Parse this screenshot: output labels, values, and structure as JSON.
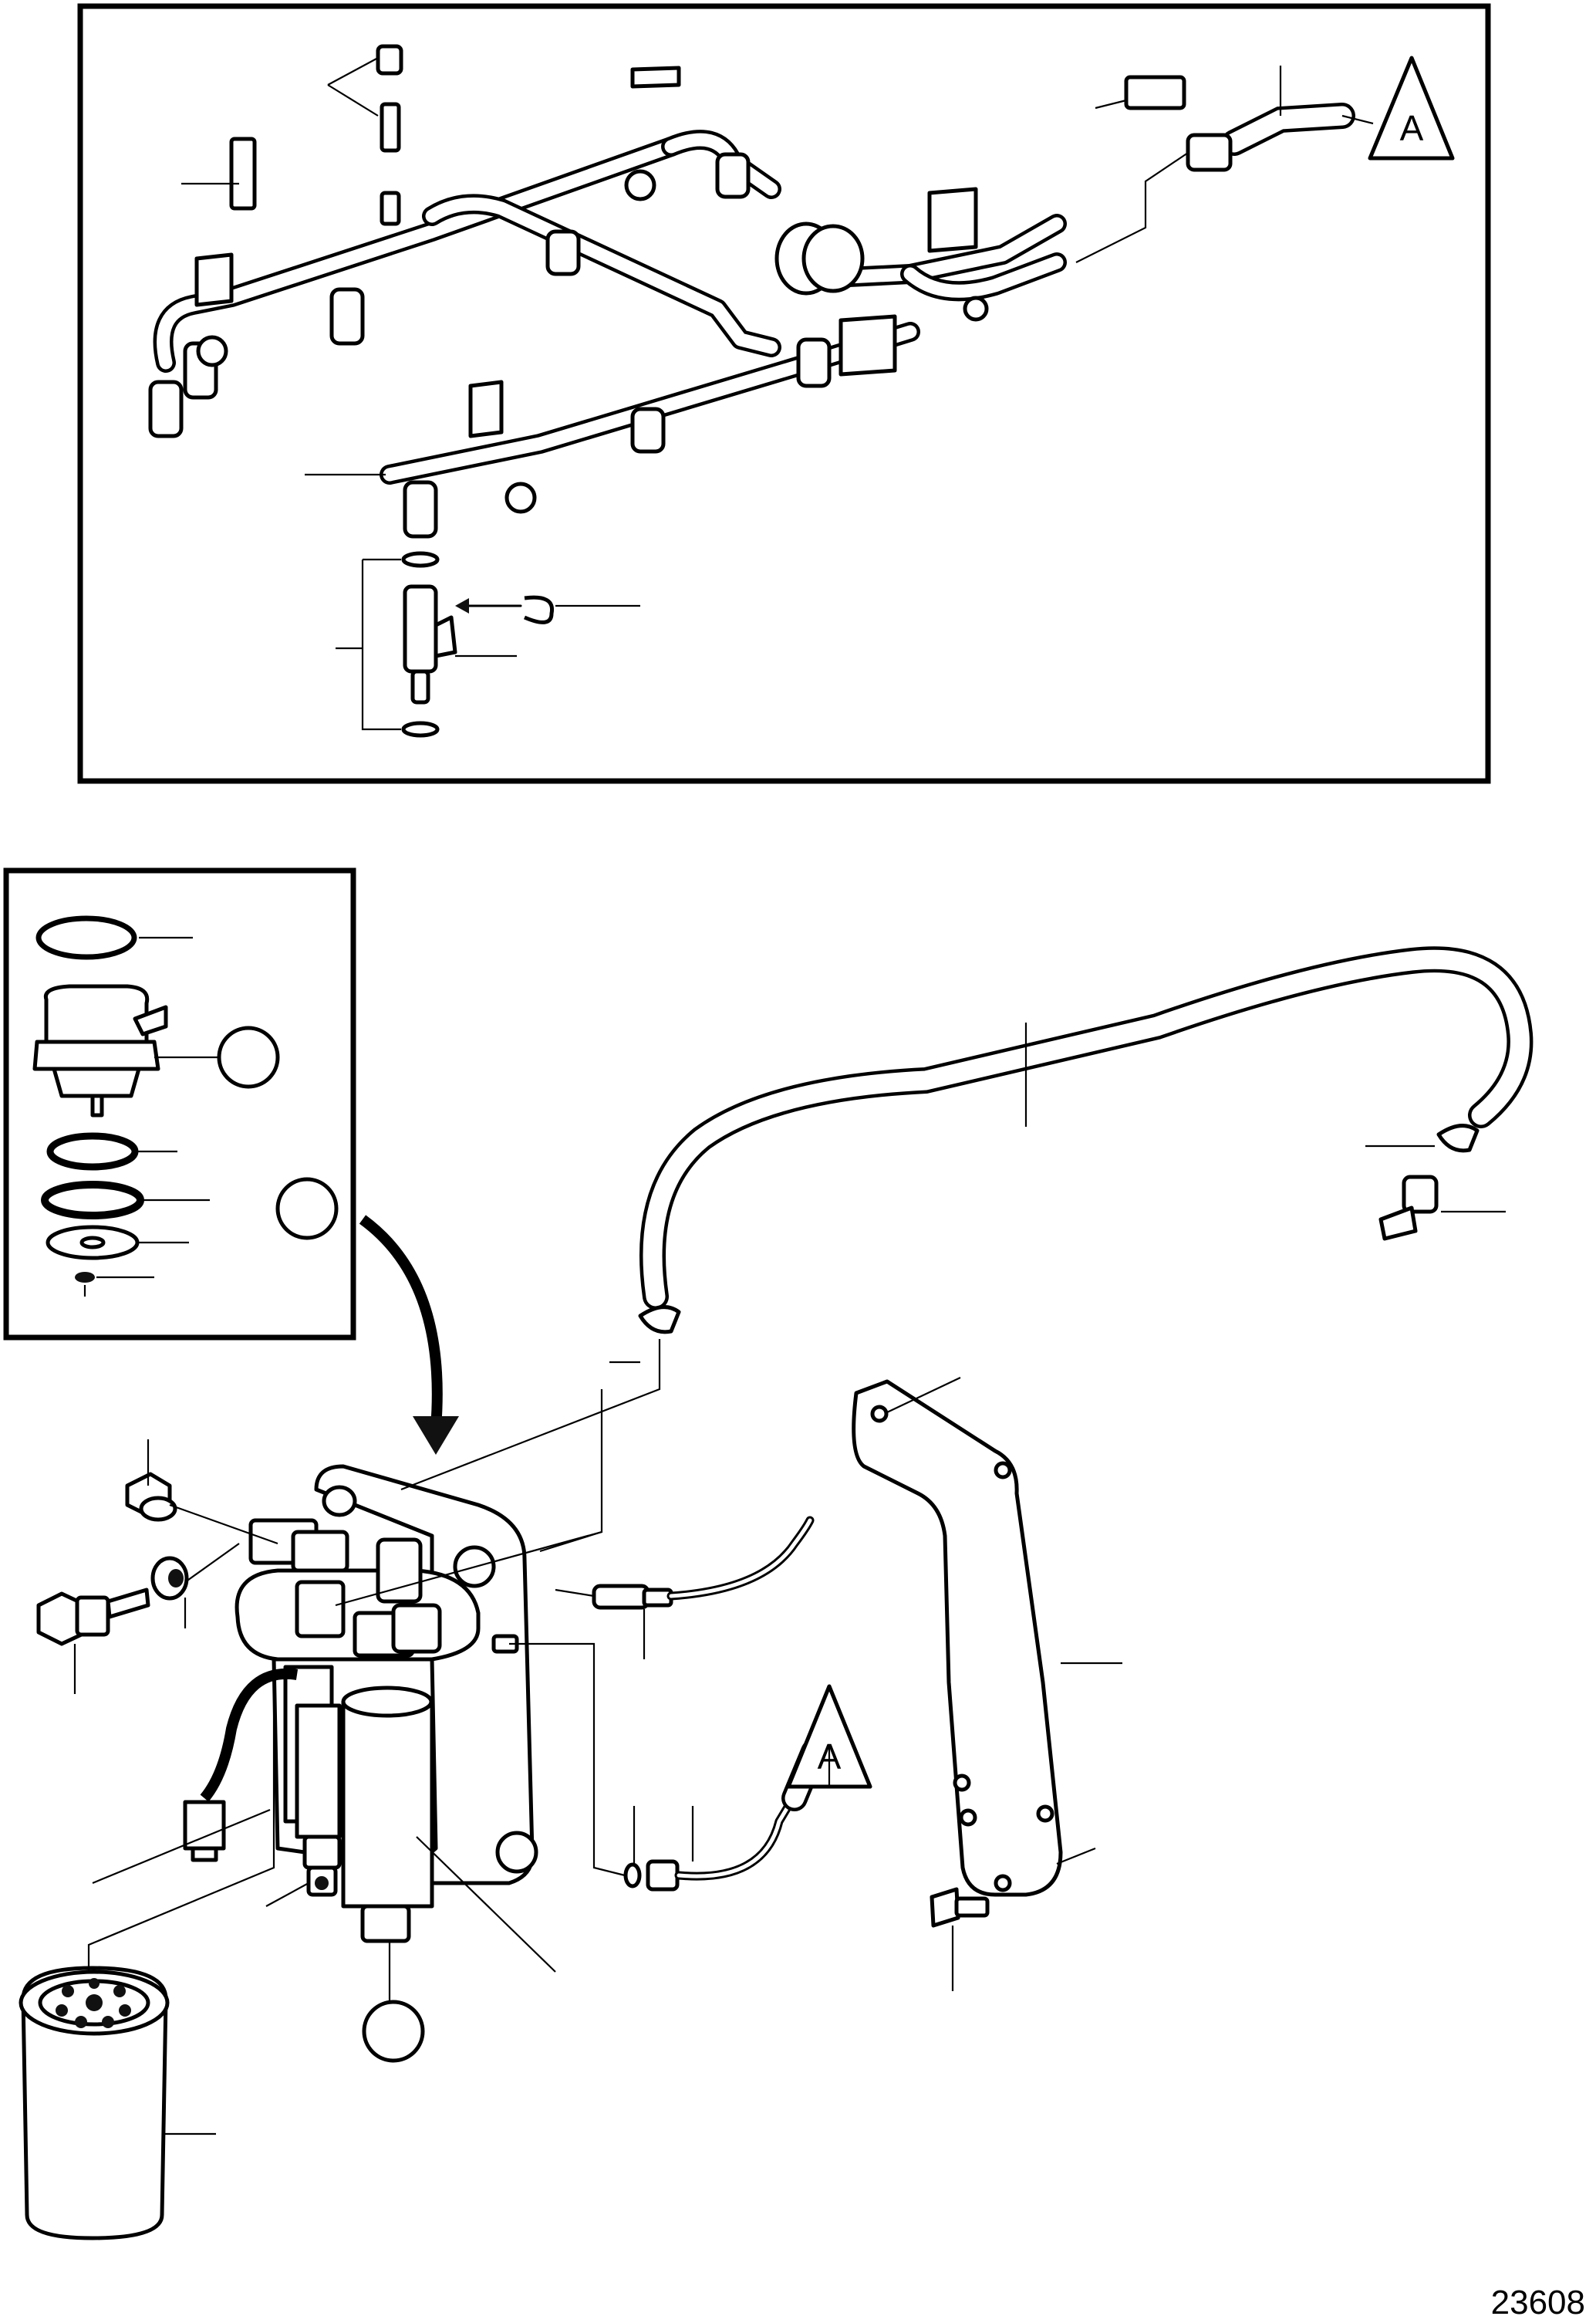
{
  "callouts": {
    "connection_mark_top": "A",
    "connection_mark_bottom": "A"
  },
  "figure_number": "23608"
}
